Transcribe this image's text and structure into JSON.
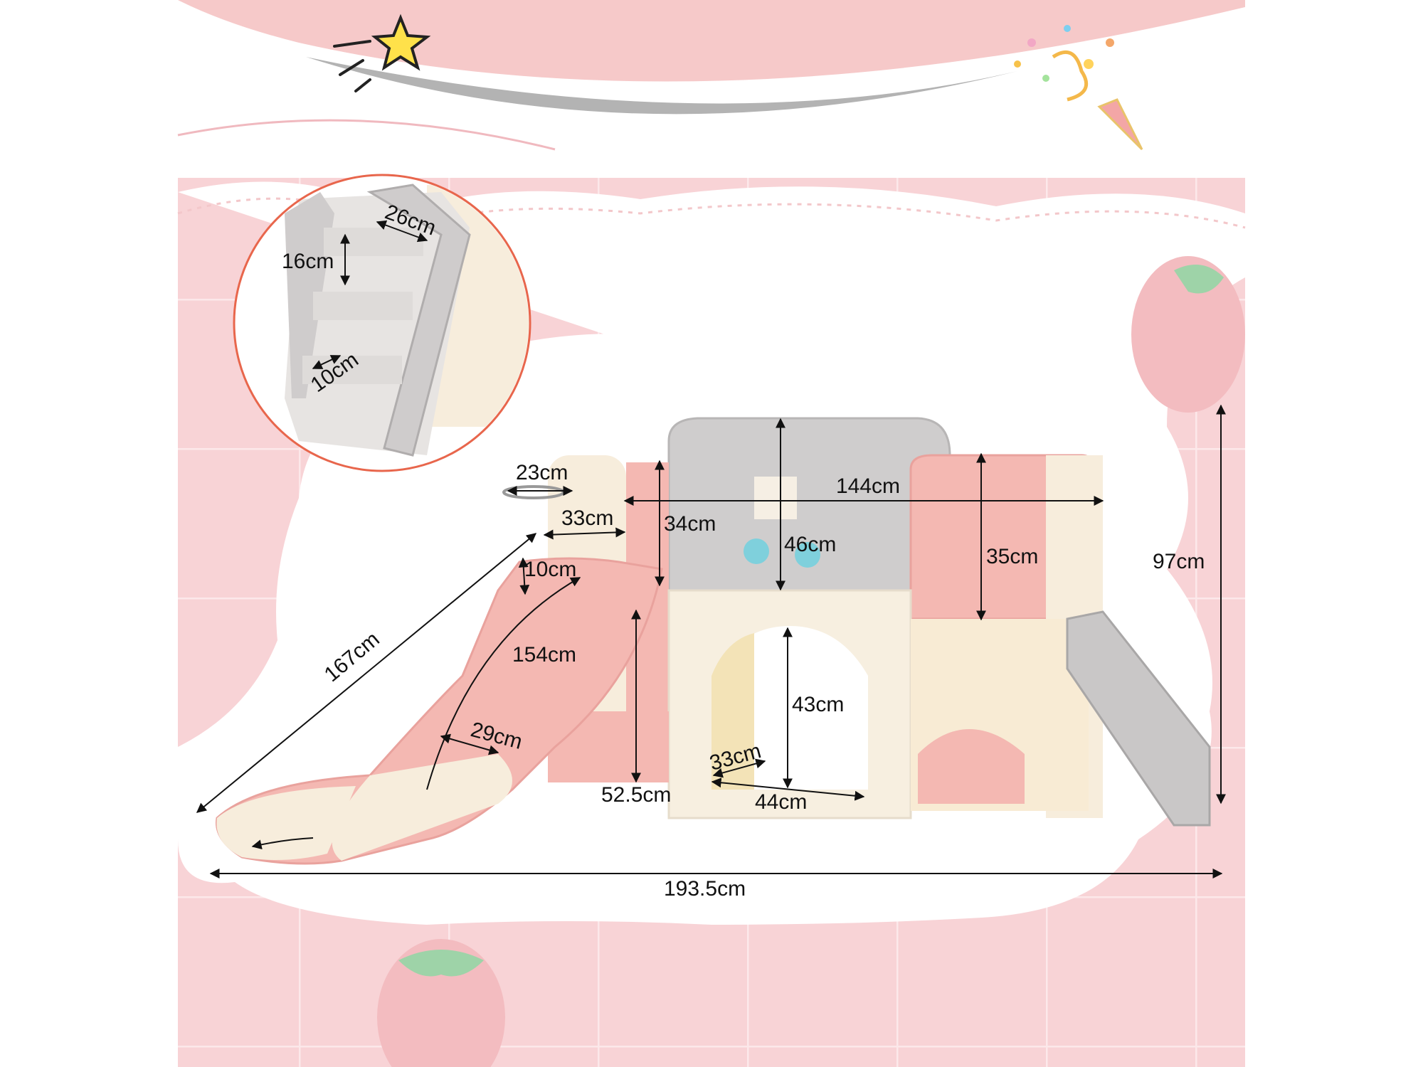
{
  "colors": {
    "pink_bg": "#f8d3d6",
    "tile_line": "#fbe6e8",
    "slide_pink": "#f4b8b2",
    "cream": "#f7efe0",
    "gray": "#c9c7c7",
    "inset_border": "#e8664c"
  },
  "icons": [
    "star-icon",
    "confetti-icon",
    "strawberry-icon"
  ],
  "inset": {
    "step_width": "26cm",
    "step_rise": "16cm",
    "step_depth": "10cm"
  },
  "dimensions": {
    "hoop_width": "23cm",
    "tower_width": "33cm",
    "wall_height_left": "34cm",
    "top_width": "144cm",
    "panel_height": "46cm",
    "right_panel_height": "35cm",
    "total_height": "97cm",
    "slide_wall_height": "10cm",
    "slide_diagonal": "167cm",
    "slide_length": "154cm",
    "tunnel_height": "43cm",
    "slide_width": "29cm",
    "tunnel_depth": "33cm",
    "platform_height": "52.5cm",
    "tunnel_width": "44cm",
    "total_length": "193.5cm"
  }
}
